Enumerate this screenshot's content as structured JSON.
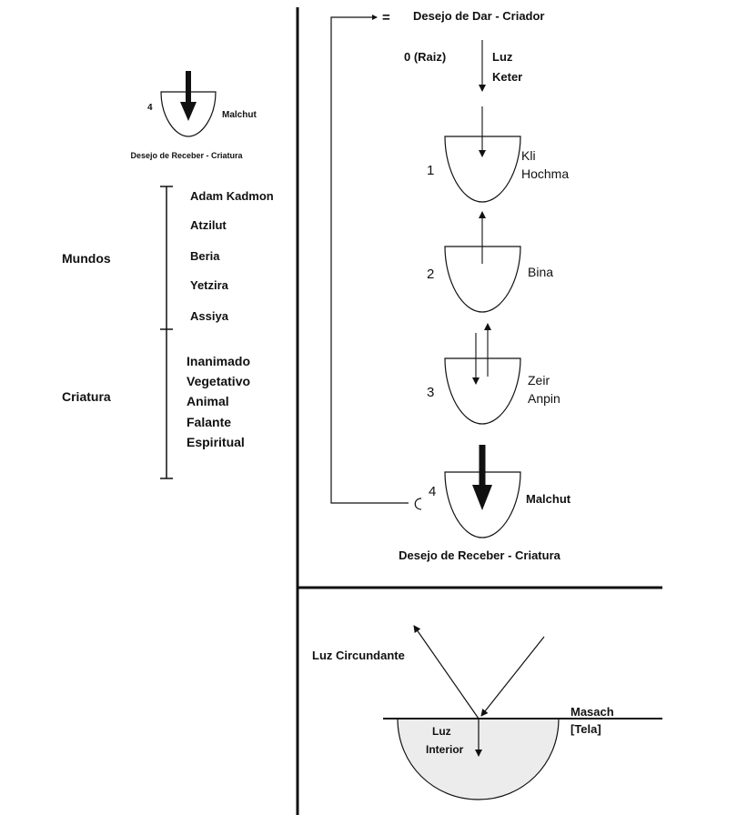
{
  "left_panel": {
    "small_vessel": {
      "number": "4",
      "label": "Malchut",
      "caption": "Desejo de Receber - Criatura"
    },
    "bracket_label_top": "Mundos",
    "bracket_label_bottom": "Criatura",
    "worlds": [
      "Adam Kadmon",
      "Atzilut",
      "Beria",
      "Yetzira",
      "Assiya"
    ],
    "creature_levels": [
      "Inanimado",
      "Vegetativo",
      "Animal",
      "Falante",
      "Espiritual"
    ]
  },
  "right_panel": {
    "top_title_symbol": "=",
    "top_title": "Desejo de Dar - Criador",
    "root_label": "0 (Raiz)",
    "light_label_1": "Luz",
    "light_label_2": "Keter",
    "stages": [
      {
        "number": "1",
        "label_1": "Kli",
        "label_2": "Hochma"
      },
      {
        "number": "2",
        "label_1": "Bina",
        "label_2": ""
      },
      {
        "number": "3",
        "label_1": "Zeir",
        "label_2": "Anpin"
      },
      {
        "number": "4",
        "label_1": "Malchut",
        "label_2": ""
      }
    ],
    "bottom_caption": "Desejo de Receber - Criatura"
  },
  "bottom_panel": {
    "surrounding_light": "Luz Circundante",
    "screen_label_1": "Masach",
    "screen_label_2": "[Tela]",
    "inner_light_1": "Luz",
    "inner_light_2": "Interior"
  },
  "colors": {
    "line": "#111111",
    "vessel_fill": "#ffffff",
    "lower_vessel_fill": "#ececec",
    "background": "#ffffff"
  }
}
